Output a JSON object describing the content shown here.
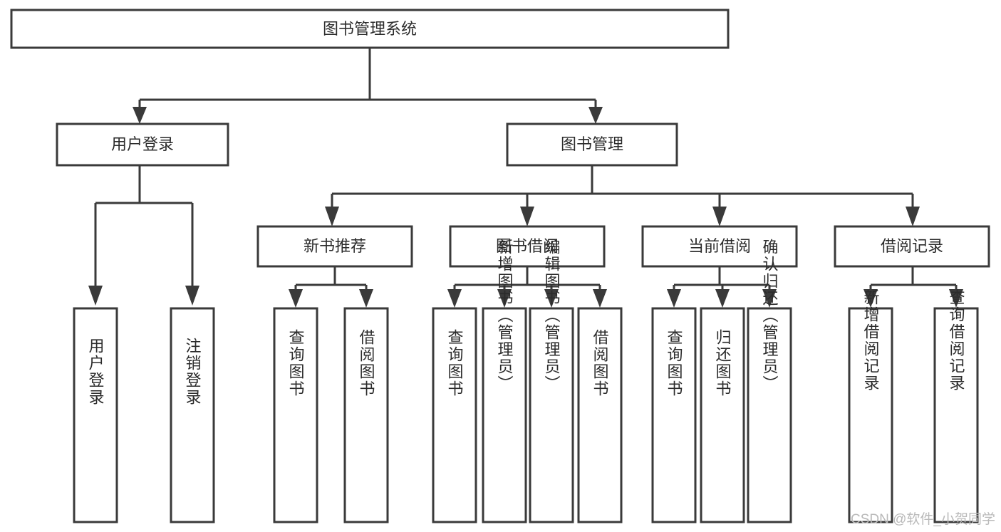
{
  "diagram": {
    "type": "tree-hierarchy",
    "root": {
      "id": "root",
      "label": "图书管理系统"
    },
    "level2": [
      {
        "id": "user-login",
        "label": "用户登录"
      },
      {
        "id": "book-manage",
        "label": "图书管理"
      }
    ],
    "level3": [
      {
        "id": "new-book-recommend",
        "label": "新书推荐",
        "parent": "book-manage"
      },
      {
        "id": "book-borrow",
        "label": "图书借阅",
        "parent": "book-manage"
      },
      {
        "id": "current-borrow",
        "label": "当前借阅",
        "parent": "book-manage"
      },
      {
        "id": "borrow-record",
        "label": "借阅记录",
        "parent": "book-manage"
      }
    ],
    "leaves": [
      {
        "id": "leaf-user-login",
        "label": "用户登录",
        "parent": "user-login"
      },
      {
        "id": "leaf-user-logout",
        "label": "注销登录",
        "parent": "user-login"
      },
      {
        "id": "leaf-query-book-1",
        "label": "查询图书",
        "parent": "new-book-recommend"
      },
      {
        "id": "leaf-borrow-book-1",
        "label": "借阅图书",
        "parent": "new-book-recommend"
      },
      {
        "id": "leaf-query-book-2",
        "label": "查询图书",
        "parent": "book-borrow"
      },
      {
        "id": "leaf-add-book",
        "label": "新增图书（管理员）",
        "parent": "book-borrow"
      },
      {
        "id": "leaf-edit-book",
        "label": "编辑图书（管理员）",
        "parent": "book-borrow"
      },
      {
        "id": "leaf-borrow-book-2",
        "label": "借阅图书",
        "parent": "book-borrow"
      },
      {
        "id": "leaf-query-book-3",
        "label": "查询图书",
        "parent": "current-borrow"
      },
      {
        "id": "leaf-return-book",
        "label": "归还图书",
        "parent": "current-borrow"
      },
      {
        "id": "leaf-confirm-return",
        "label": "确认归还（管理员）",
        "parent": "current-borrow"
      },
      {
        "id": "leaf-add-record",
        "label": "新增借阅记录",
        "parent": "borrow-record"
      },
      {
        "id": "leaf-query-record",
        "label": "查询借阅记录",
        "parent": "borrow-record"
      }
    ],
    "colors": {
      "box_stroke": "#3a3a3a",
      "box_fill": "#ffffff",
      "text": "#2b2b2b",
      "connector": "#3a3a3a",
      "watermark": "#b9b9b9",
      "background": "#ffffff"
    }
  },
  "watermark": {
    "text": "CSDN @软件_小贺同学"
  }
}
